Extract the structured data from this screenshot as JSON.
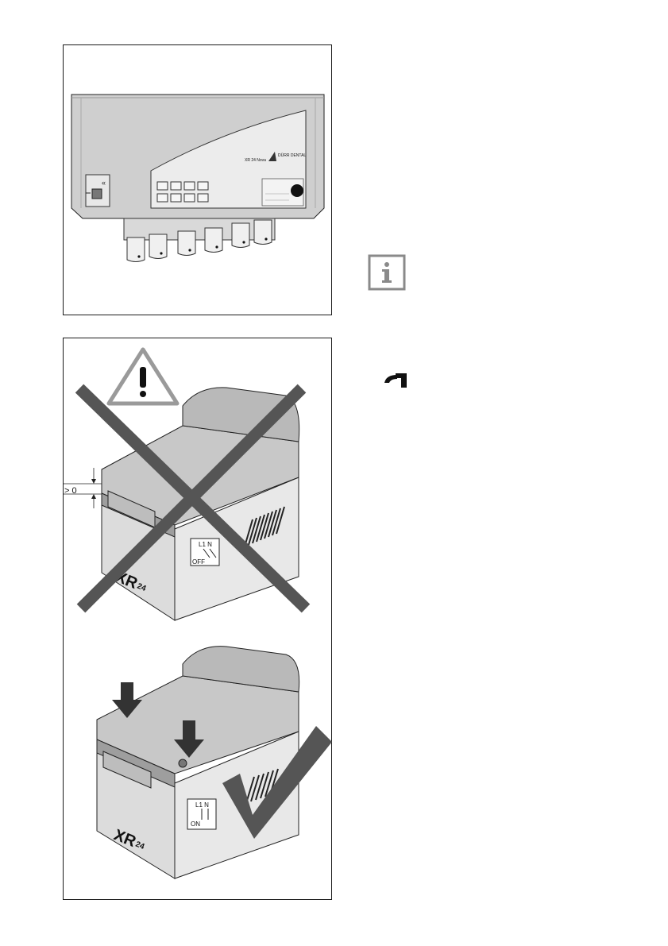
{
  "figure_top": {
    "name": "xr24-control-panel-illustration",
    "panel_text_brand": "DÜRR DENTAL",
    "panel_text_model": "XR 24 Nova"
  },
  "figure_bottom": {
    "name": "cover-closing-illustration",
    "gap_label": "> 0",
    "switch_wrong": {
      "top": "L1 N",
      "bottom": "OFF"
    },
    "switch_right": {
      "top": "L1 N",
      "bottom": "ON"
    },
    "model_logo": "XR",
    "model_sub": "24"
  },
  "icons": {
    "info": "info-icon",
    "water": "water-tap-icon",
    "warning": "warning-triangle-icon",
    "check": "checkmark-icon",
    "cross": "cross-out-icon",
    "arrow": "down-arrow-icon"
  },
  "colors": {
    "device_light": "#e6e6e6",
    "device_mid": "#cfcfcf",
    "device_dark": "#a9a9a9",
    "mark_dark": "#555555",
    "line": "#222222"
  }
}
